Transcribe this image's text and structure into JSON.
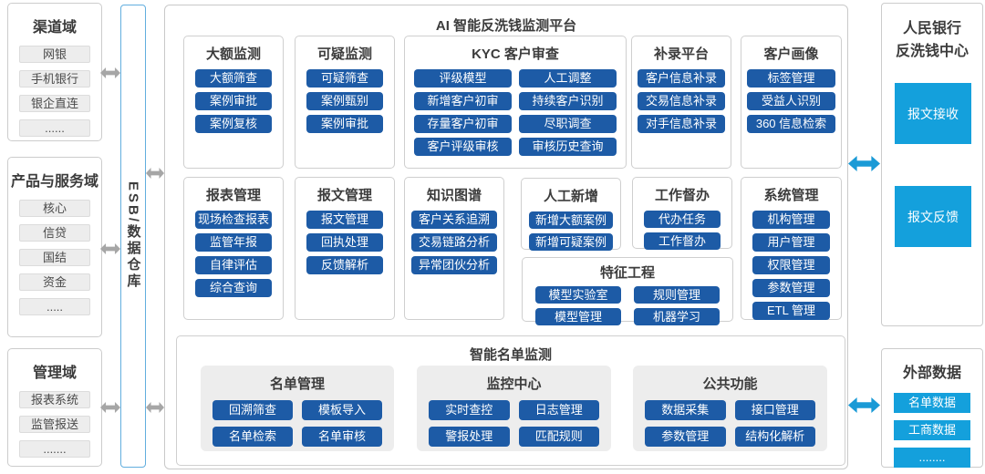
{
  "left_domains": {
    "channel": {
      "title": "渠道域",
      "items": [
        "网银",
        "手机银行",
        "银企直连",
        "......"
      ]
    },
    "product": {
      "title": "产品与服务域",
      "items": [
        "核心",
        "信贷",
        "国结",
        "资金",
        "....."
      ]
    },
    "management": {
      "title": "管理域",
      "items": [
        "报表系统",
        "监管报送",
        "......."
      ]
    }
  },
  "esb": {
    "label": "ESB/数据仓库"
  },
  "platform": {
    "title": "AI 智能反洗钱监测平台",
    "sections": {
      "large_amount": {
        "title": "大额监测",
        "items": [
          "大额筛查",
          "案例审批",
          "案例复核"
        ]
      },
      "suspicious": {
        "title": "可疑监测",
        "items": [
          "可疑筛查",
          "案例甄别",
          "案例审批"
        ]
      },
      "kyc": {
        "title": "KYC 客户审查",
        "items": [
          "评级模型",
          "人工调整",
          "新增客户初审",
          "持续客户识别",
          "存量客户初审",
          "尽职调查",
          "客户评级审核",
          "审核历史查询"
        ]
      },
      "supplement": {
        "title": "补录平台",
        "items": [
          "客户信息补录",
          "交易信息补录",
          "对手信息补录"
        ]
      },
      "profile": {
        "title": "客户画像",
        "items": [
          "标签管理",
          "受益人识别",
          "360 信息检索"
        ]
      },
      "report": {
        "title": "报表管理",
        "items": [
          "现场检查报表",
          "监管年报",
          "自律评估",
          "综合查询"
        ]
      },
      "message": {
        "title": "报文管理",
        "items": [
          "报文管理",
          "回执处理",
          "反馈解析"
        ]
      },
      "knowledge_graph": {
        "title": "知识图谱",
        "items": [
          "客户关系追溯",
          "交易链路分析",
          "异常团伙分析"
        ]
      },
      "manual_add": {
        "title": "人工新增",
        "items": [
          "新增大额案例",
          "新增可疑案例"
        ]
      },
      "supervision": {
        "title": "工作督办",
        "items": [
          "代办任务",
          "工作督办"
        ]
      },
      "system": {
        "title": "系统管理",
        "items": [
          "机构管理",
          "用户管理",
          "权限管理",
          "参数管理",
          "ETL 管理"
        ]
      },
      "feature": {
        "title": "特征工程",
        "items": [
          "模型实验室",
          "规则管理",
          "模型管理",
          "机器学习"
        ]
      }
    },
    "list_monitoring": {
      "title": "智能名单监测",
      "groups": {
        "list_mgmt": {
          "title": "名单管理",
          "items": [
            "回溯筛查",
            "模板导入",
            "名单检索",
            "名单审核"
          ]
        },
        "monitor": {
          "title": "监控中心",
          "items": [
            "实时查控",
            "日志管理",
            "警报处理",
            "匹配规则"
          ]
        },
        "common": {
          "title": "公共功能",
          "items": [
            "数据采集",
            "接口管理",
            "参数管理",
            "结构化解析"
          ]
        }
      }
    }
  },
  "right": {
    "pboc": {
      "title_line1": "人民银行",
      "title_line2": "反洗钱中心",
      "items": [
        "报文接收",
        "报文反馈"
      ]
    },
    "external": {
      "title": "外部数据",
      "items": [
        "名单数据",
        "工商数据",
        "........"
      ]
    }
  },
  "colors": {
    "module_blue": "#1d5ba6",
    "cyan_blue": "#14a0dc",
    "accent_border": "#5aabdf",
    "arrow_gray": "#a6a6a6",
    "arrow_blue": "#1a9ad6"
  }
}
